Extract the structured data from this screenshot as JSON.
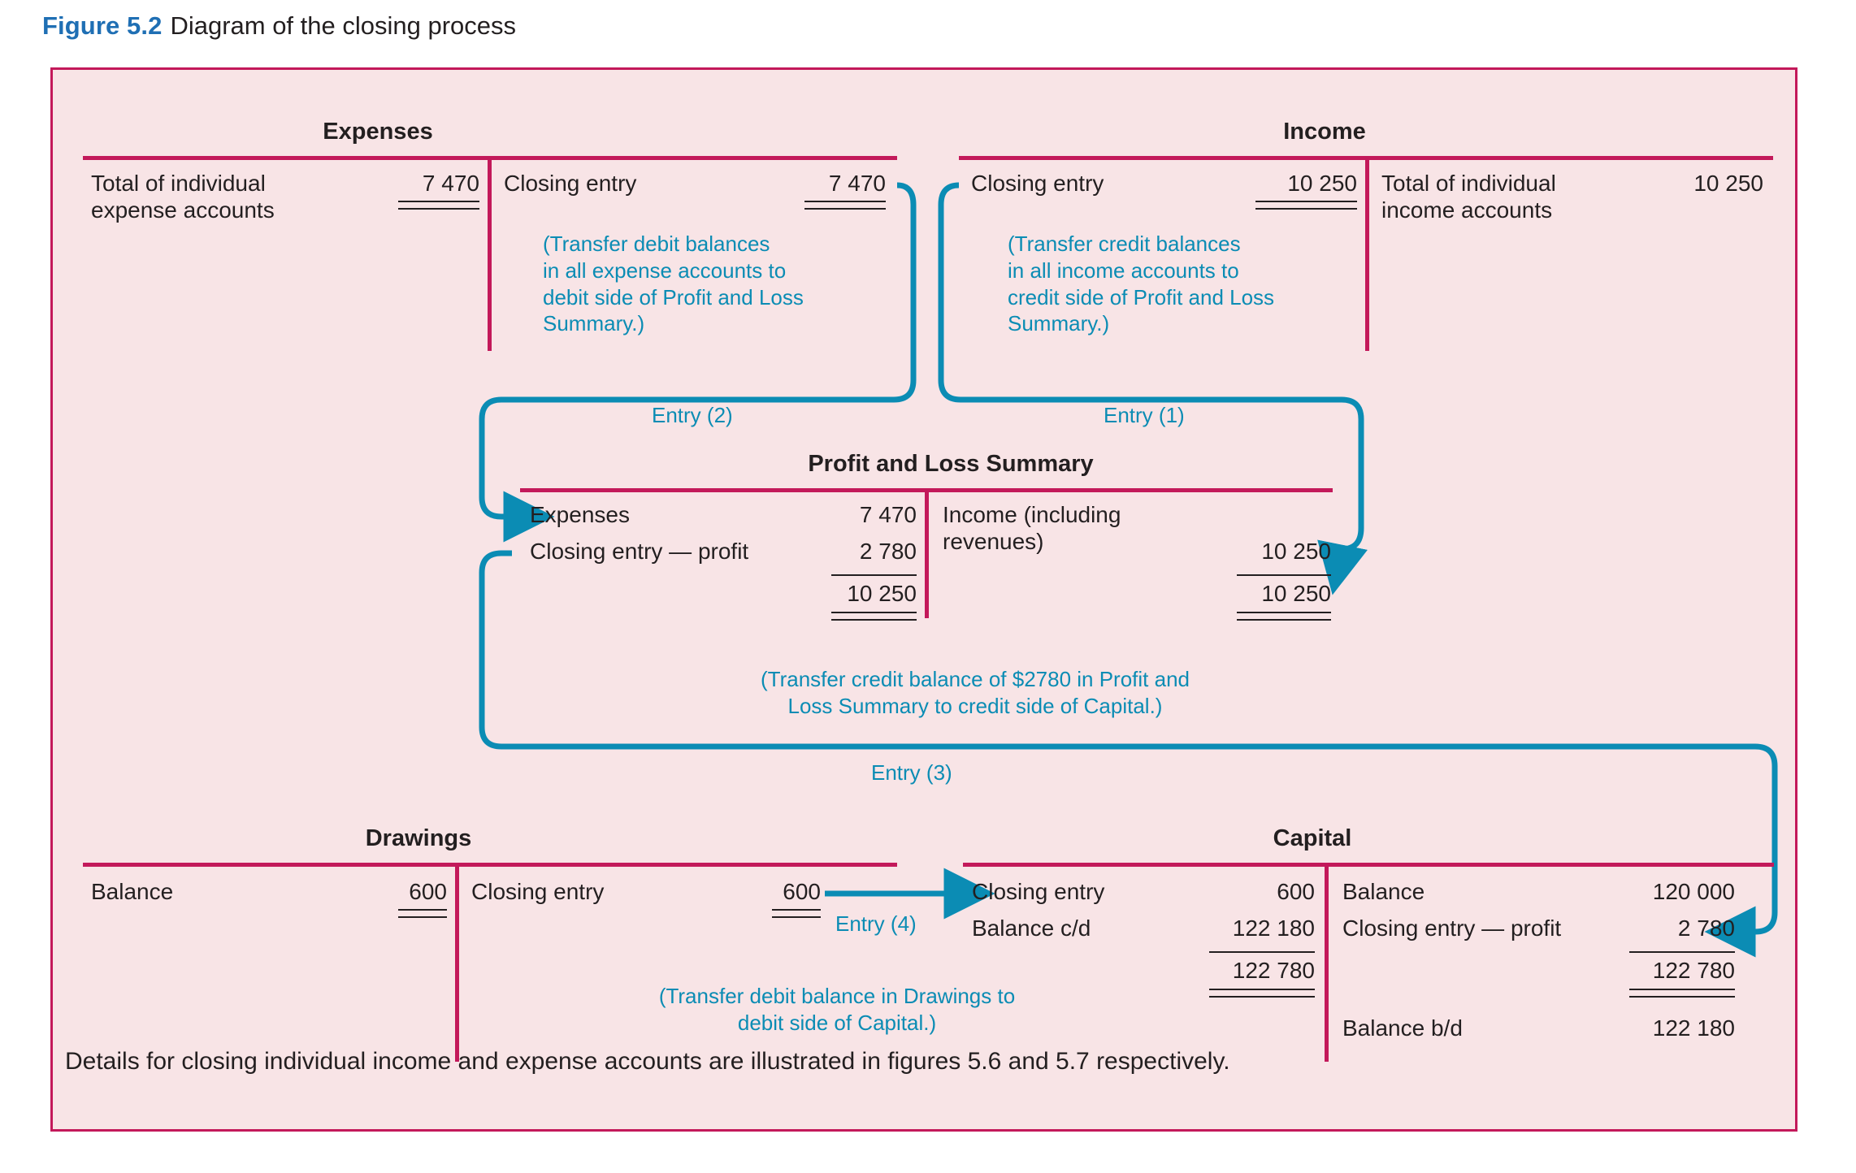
{
  "caption": {
    "figure_number": "Figure 5.2",
    "title": "Diagram of the closing process"
  },
  "colors": {
    "panel_background": "#f8e4e6",
    "panel_border": "#c3195a",
    "rule": "#c3195a",
    "annotation": "#0b8cb4",
    "caption_accent": "#1f6fb4",
    "text": "#231f20"
  },
  "accounts": {
    "expenses": {
      "title": "Expenses",
      "debit": [
        {
          "label_line1": "Total of individual",
          "label_line2": "expense accounts",
          "amount": "7 470",
          "underline": "double"
        }
      ],
      "credit": [
        {
          "label": "Closing entry",
          "amount": "7 470",
          "underline": "double"
        }
      ],
      "note": [
        "(Transfer debit balances",
        "in all expense accounts to",
        "debit side of Profit and Loss",
        "Summary.)"
      ]
    },
    "income": {
      "title": "Income",
      "debit": [
        {
          "label": "Closing entry",
          "amount": "10 250",
          "underline": "double"
        }
      ],
      "credit": [
        {
          "label_line1": "Total of individual",
          "label_line2": "income accounts",
          "amount": "10 250",
          "underline": "none"
        }
      ],
      "note": [
        "(Transfer credit balances",
        "in all income accounts to",
        "credit side of Profit and Loss",
        "Summary.)"
      ]
    },
    "profit_loss_summary": {
      "title": "Profit and Loss Summary",
      "debit": [
        {
          "label": "Expenses",
          "amount": "7 470"
        },
        {
          "label": "Closing entry — profit",
          "amount": "2 780"
        }
      ],
      "debit_total": "10 250",
      "credit": [
        {
          "label_line1": "Income (including",
          "label_line2": "revenues)",
          "amount": "10 250"
        }
      ],
      "credit_total": "10 250",
      "note": [
        "(Transfer credit balance of $2780 in Profit and",
        "Loss Summary to credit side of Capital.)"
      ]
    },
    "drawings": {
      "title": "Drawings",
      "debit": [
        {
          "label": "Balance",
          "amount": "600",
          "underline": "double"
        }
      ],
      "credit": [
        {
          "label": "Closing entry",
          "amount": "600",
          "underline": "double"
        }
      ],
      "note": [
        "(Transfer debit balance in Drawings to",
        "debit side of Capital.)"
      ]
    },
    "capital": {
      "title": "Capital",
      "debit": [
        {
          "label": "Closing entry",
          "amount": "600"
        },
        {
          "label": "Balance c/d",
          "amount": "122 180"
        }
      ],
      "debit_total": "122 780",
      "credit": [
        {
          "label": "Balance",
          "amount": "120 000"
        },
        {
          "label": "Closing entry — profit",
          "amount": "2 780"
        }
      ],
      "credit_total": "122 780",
      "credit_after": [
        {
          "label": "Balance b/d",
          "amount": "122 180"
        }
      ]
    }
  },
  "entries": {
    "entry1": "Entry (1)",
    "entry2": "Entry (2)",
    "entry3": "Entry (3)",
    "entry4": "Entry (4)"
  },
  "footer": "Details for closing individual income and expense accounts are illustrated in figures 5.6 and 5.7 respectively."
}
